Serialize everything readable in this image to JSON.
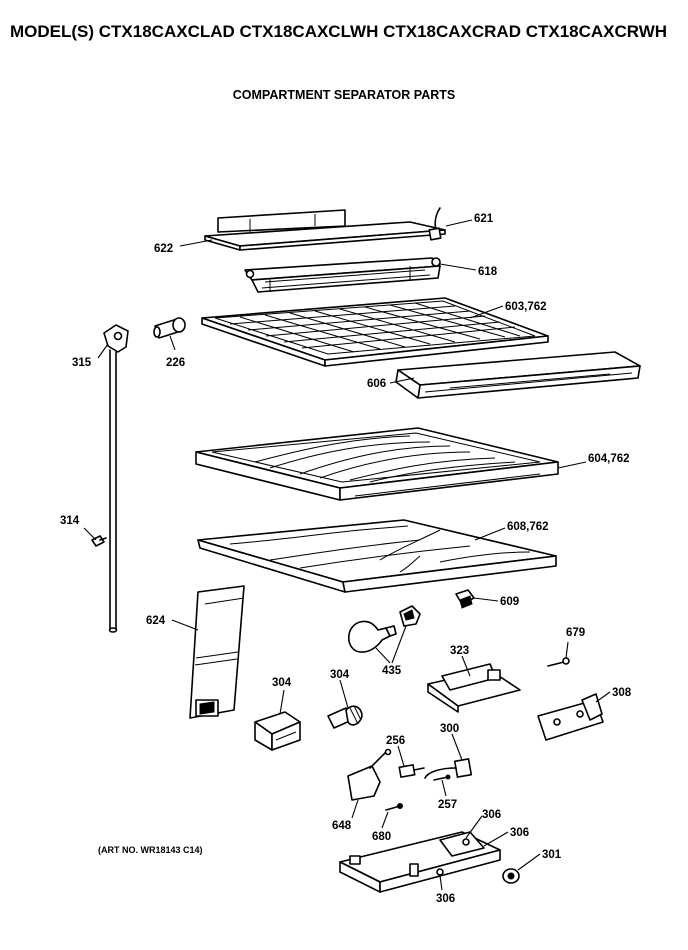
{
  "header": {
    "models": "MODEL(S) CTX18CAXCLAD  CTX18CAXCLWH  CTX18CAXCRAD  CTX18CAXCRWH",
    "subtitle": "COMPARTMENT SEPARATOR PARTS"
  },
  "footer": {
    "art_number": "(ART NO. WR18143 C14)"
  },
  "callouts": {
    "p621": "621",
    "p622": "622",
    "p618": "618",
    "p603": "603,762",
    "p315": "315",
    "p226": "226",
    "p606": "606",
    "p604": "604,762",
    "p314": "314",
    "p608": "608,762",
    "p609": "609",
    "p624": "624",
    "p679": "679",
    "p435": "435",
    "p323": "323",
    "p304a": "304",
    "p304b": "304",
    "p308": "308",
    "p300": "300",
    "p256": "256",
    "p257": "257",
    "p648": "648",
    "p680": "680",
    "p306a": "306",
    "p306b": "306",
    "p306c": "306",
    "p301": "301"
  }
}
